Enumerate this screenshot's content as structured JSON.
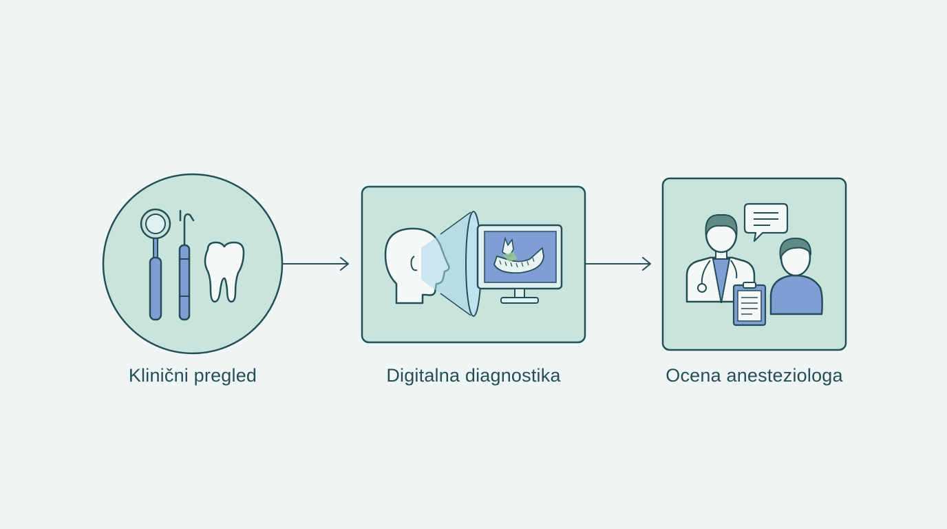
{
  "steps": [
    {
      "label": "Klinični pregled",
      "icon": "dental-tools-icon"
    },
    {
      "label": "Digitalna diagnostika",
      "icon": "head-scan-monitor-icon"
    },
    {
      "label": "Ocena anesteziologa",
      "icon": "doctor-patient-consult-icon"
    }
  ],
  "colors": {
    "background": "#eef5f4",
    "panel_fill": "#c8e4dc",
    "stroke": "#234e55",
    "accent_blue": "#7f9ed4",
    "scan_blue": "#a9d6ea"
  }
}
